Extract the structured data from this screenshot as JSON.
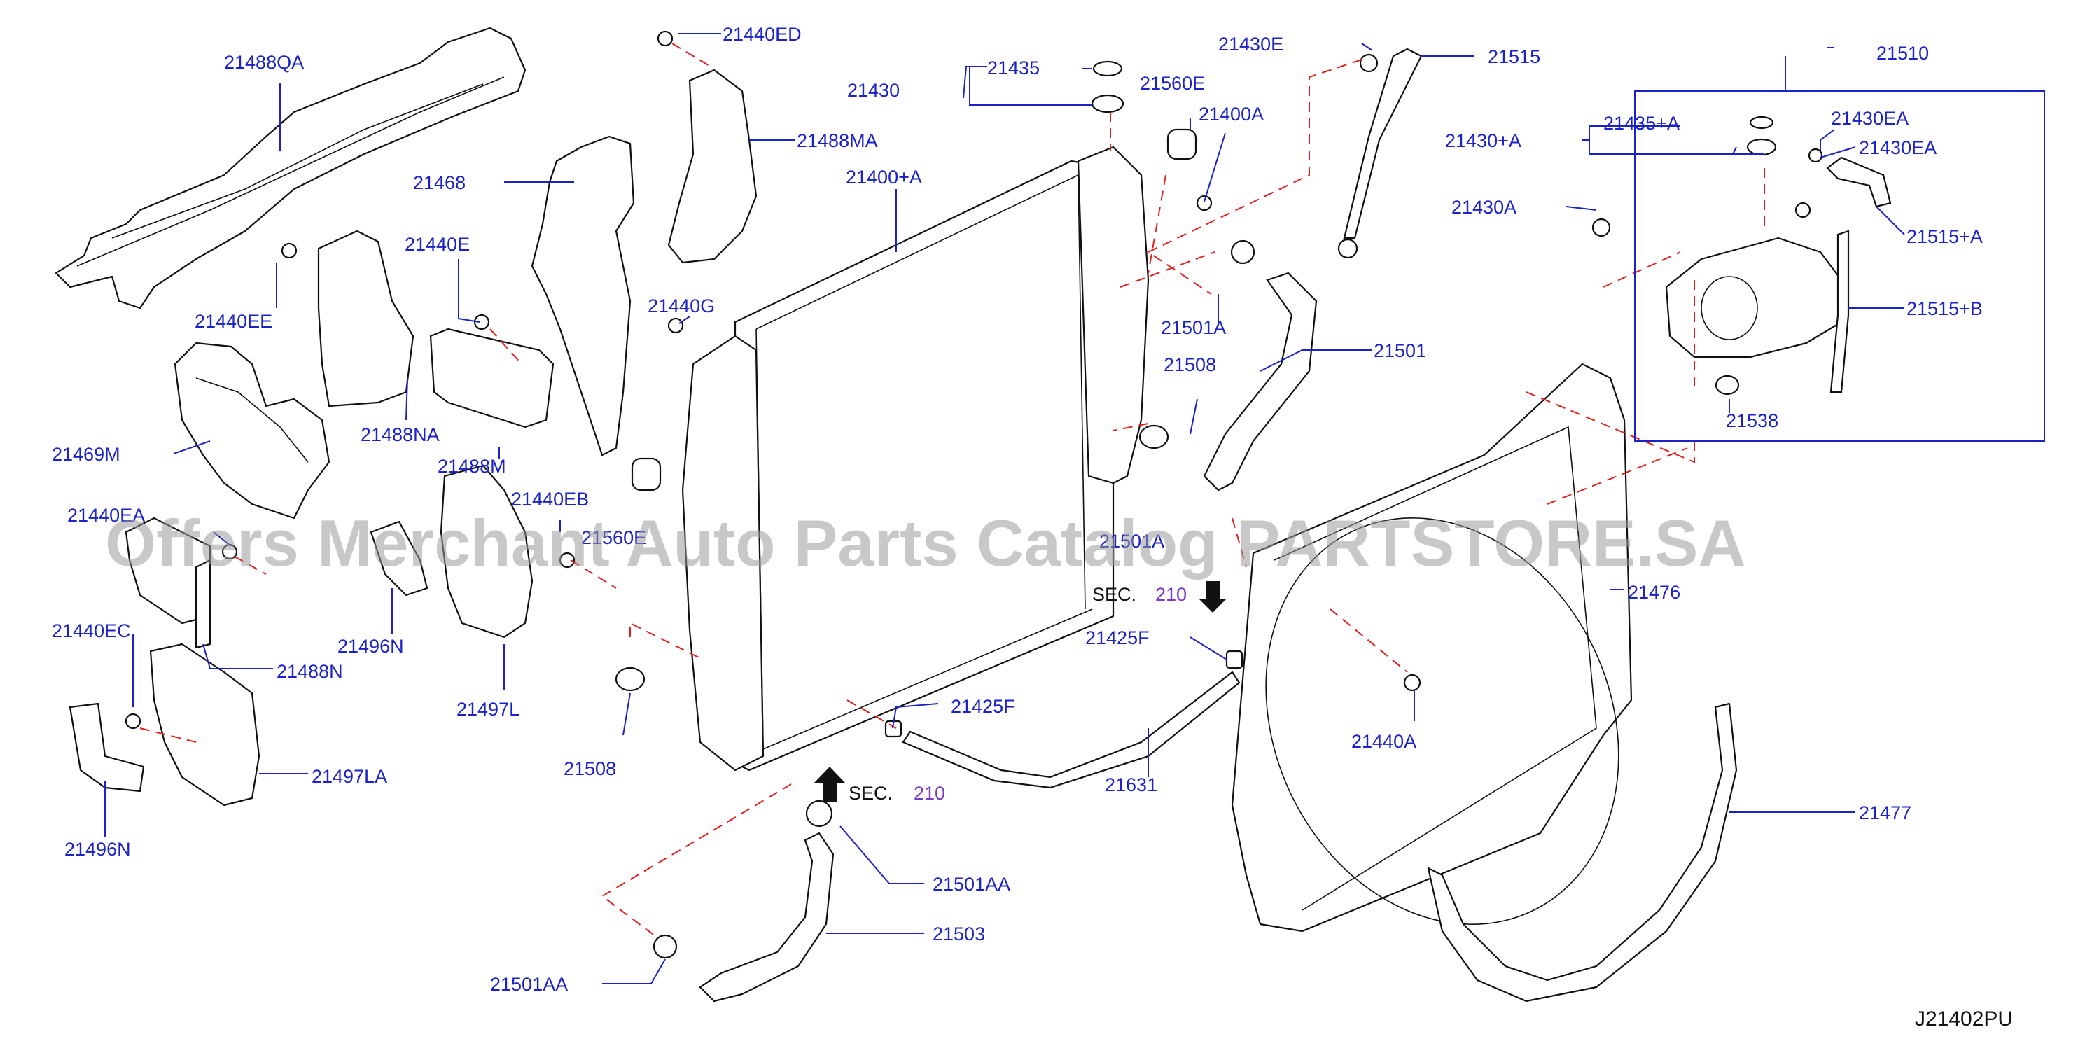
{
  "diagram_code": "J21402PU",
  "watermark": "Offers Merchant Auto Parts Catalog PARTSTORE.SA",
  "section_refs": [
    {
      "prefix": "SEC.",
      "number": "210"
    },
    {
      "prefix": "SEC.",
      "number": "210"
    }
  ],
  "colors": {
    "label": "#1a22c8",
    "section_number": "#7a3cc8",
    "leader": "#1a22c8",
    "dashed_guide": "#e02020",
    "outline": "#111111"
  },
  "labels": [
    "21488QA",
    "21440ED",
    "21488MA",
    "21430",
    "21435",
    "21560E",
    "21400A",
    "21430E",
    "21515",
    "21510",
    "21468",
    "21400+A",
    "21435+A",
    "21430EA",
    "21430+A",
    "21430EA",
    "21440E",
    "21440G",
    "21430A",
    "21515+A",
    "21440EE",
    "21488NA",
    "21501A",
    "21501",
    "21515+B",
    "21508",
    "21538",
    "21469M",
    "21488M",
    "21440EB",
    "21440EA",
    "21501A",
    "21476",
    "21496N",
    "21497L",
    "21488N",
    "21425F",
    "21440EC",
    "21440A",
    "21497LA",
    "21425F",
    "21508",
    "21631",
    "21477",
    "21496N",
    "21501AA",
    "21503",
    "21501AA",
    "21560E"
  ]
}
